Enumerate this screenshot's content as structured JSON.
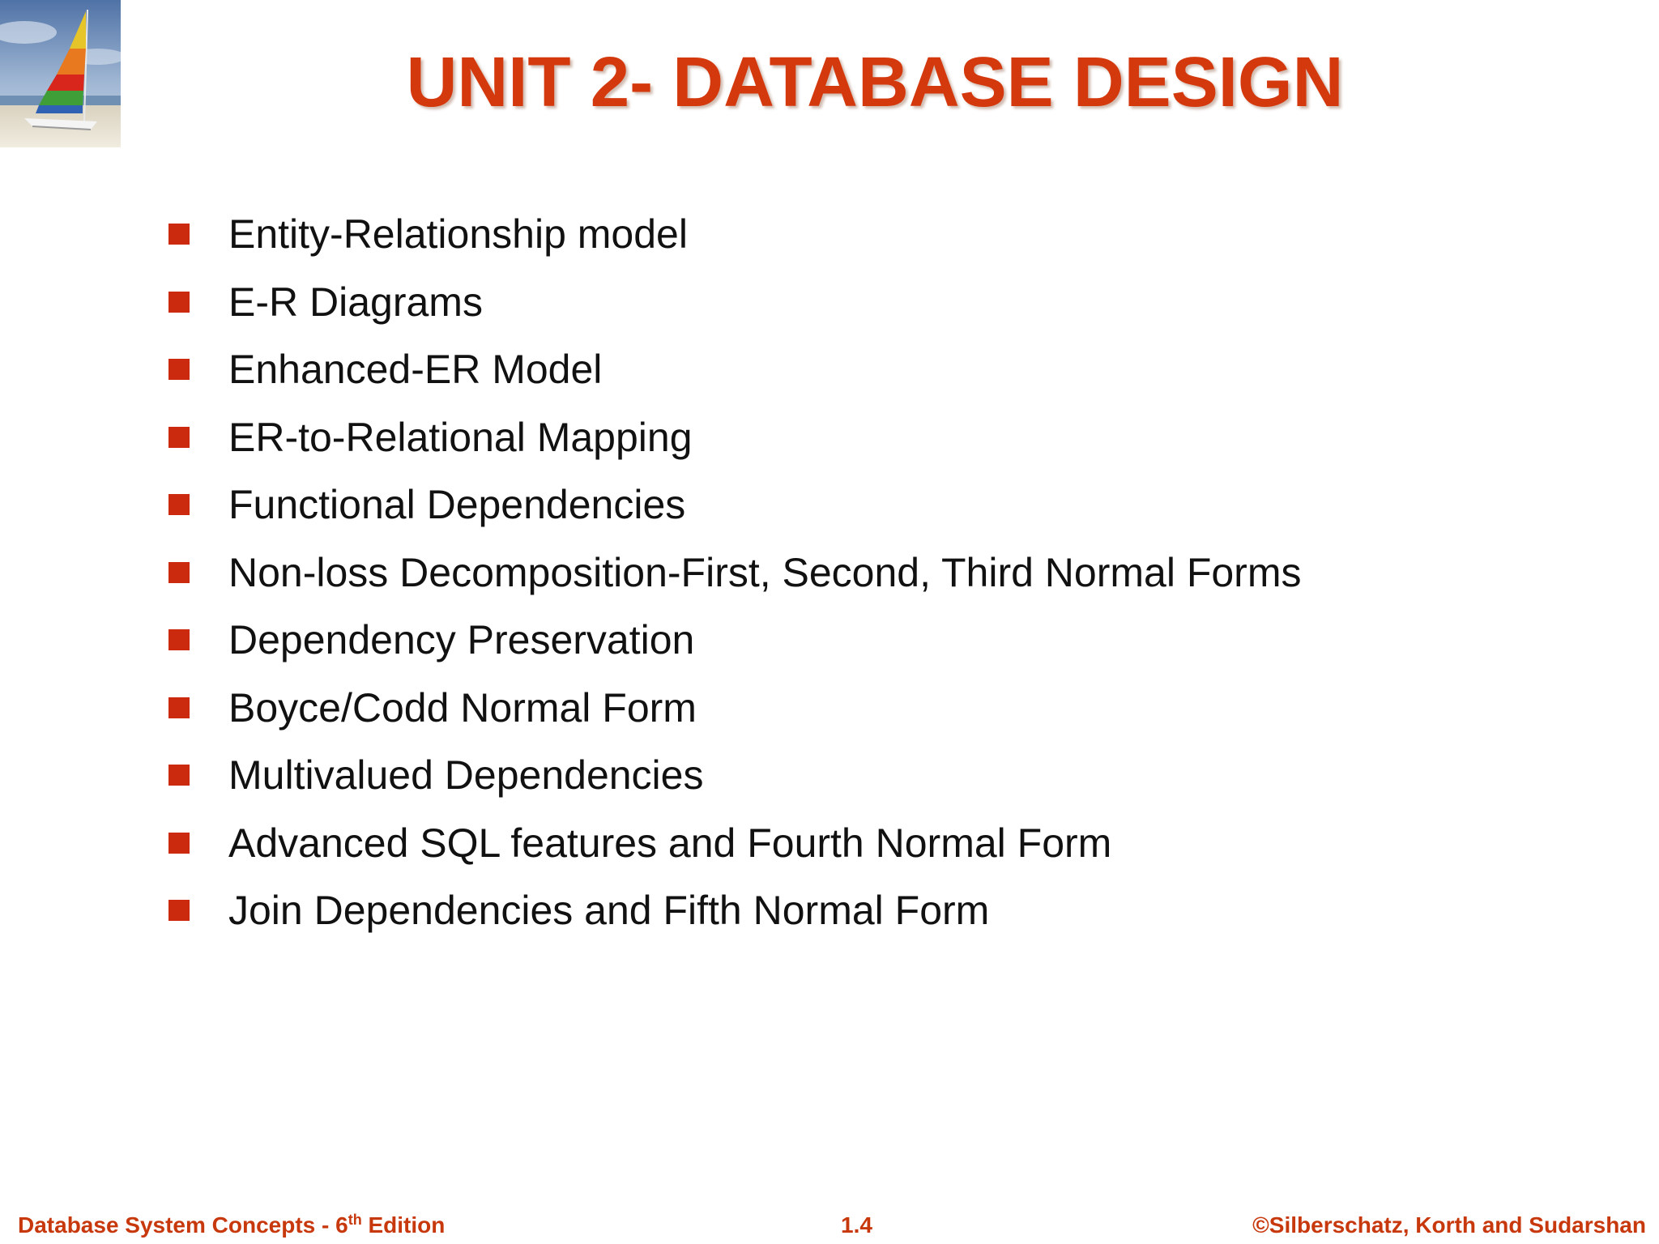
{
  "slide": {
    "title": "UNIT 2- DATABASE DESIGN",
    "logo_icon": "sailboat-logo-icon",
    "bullets": [
      "Entity-Relationship model",
      "E-R Diagrams",
      "Enhanced-ER Model",
      "ER-to-Relational Mapping",
      "Functional Dependencies",
      "Non-loss Decomposition-First, Second, Third Normal Forms",
      "Dependency Preservation",
      "Boyce/Codd Normal Form",
      "Multivalued Dependencies",
      "Advanced SQL features and Fourth Normal Form",
      "Join Dependencies and Fifth Normal Form"
    ]
  },
  "footer": {
    "left_prefix": "Database System Concepts - 6",
    "left_sup": "th",
    "left_suffix": " Edition",
    "center": "1.4",
    "right": "©Silberschatz, Korth and Sudarshan"
  },
  "colors": {
    "title": "#d4380d",
    "bullet": "#cc2a0e",
    "footer": "#c8380d",
    "text": "#111111"
  }
}
